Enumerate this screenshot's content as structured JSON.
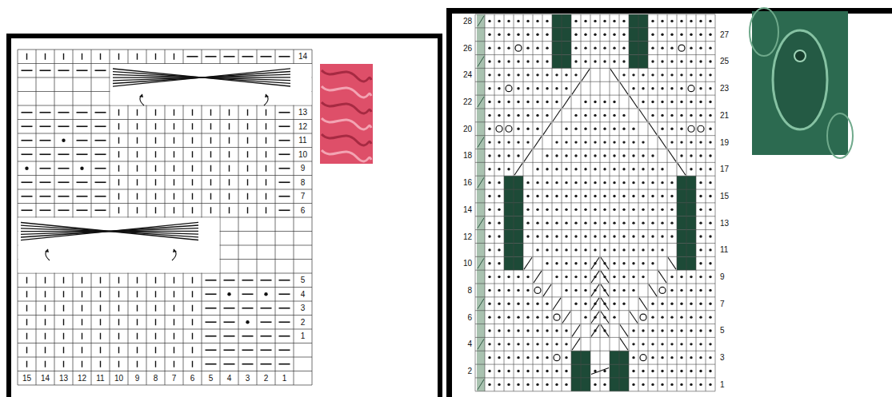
{
  "diagram": {
    "labels": [
      "14",
      "13",
      "12",
      "11",
      "10",
      "9",
      "8",
      "7",
      "6",
      "5",
      "4",
      "3",
      "2",
      "1",
      "15",
      "14",
      "13",
      "12",
      "11",
      "10",
      "9",
      "8",
      "7",
      "6",
      "5",
      "4",
      "3",
      "2",
      "1",
      "28",
      "26",
      "24",
      "22",
      "20",
      "18",
      "16",
      "14",
      "12",
      "10",
      "8",
      "6",
      "4",
      "2",
      "27",
      "25",
      "23",
      "21",
      "19",
      "17",
      "15",
      "13",
      "11",
      "9",
      "7",
      "5",
      "3",
      "1"
    ]
  }
}
